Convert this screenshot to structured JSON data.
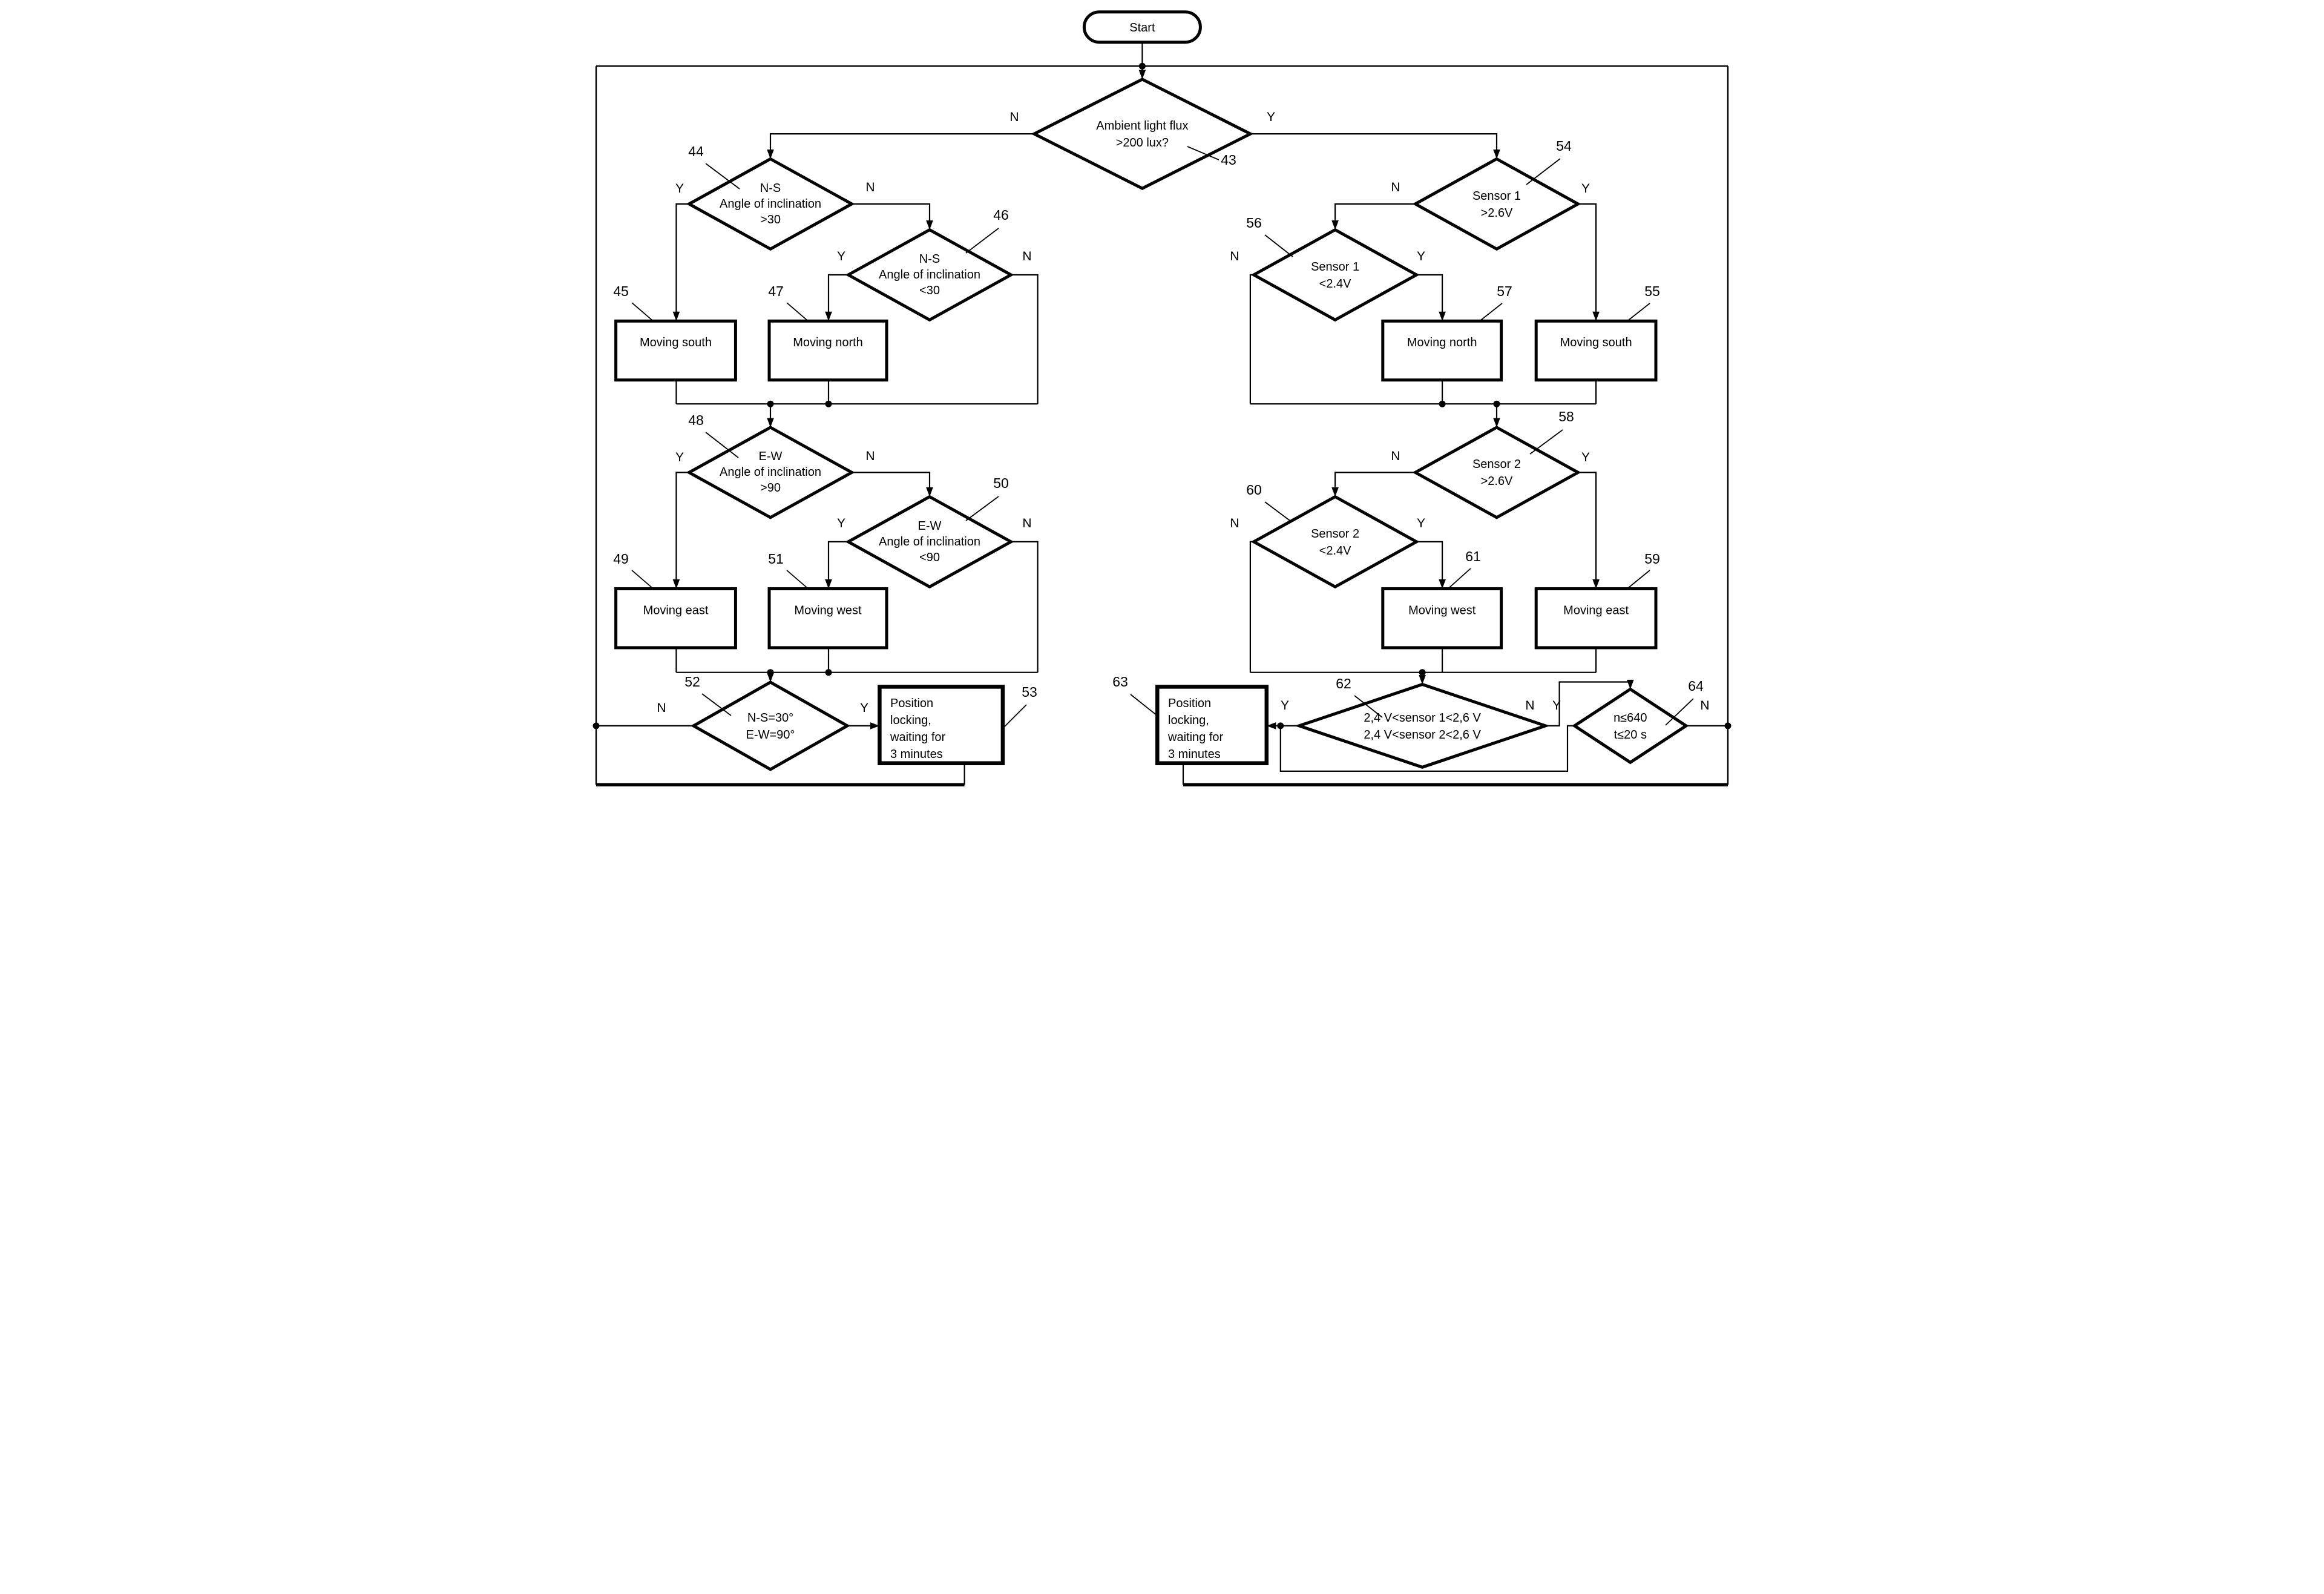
{
  "labels": {
    "yes": "Y",
    "no": "N"
  },
  "start": {
    "label": "Start"
  },
  "decisions": {
    "d43": {
      "ref": "43",
      "l0": "Ambient light flux",
      "l1": ">200 lux?"
    },
    "d44": {
      "ref": "44",
      "l0": "N-S",
      "l1": "Angle of inclination",
      "l2": ">30"
    },
    "d46": {
      "ref": "46",
      "l0": "N-S",
      "l1": "Angle of inclination",
      "l2": "<30"
    },
    "d48": {
      "ref": "48",
      "l0": "E-W",
      "l1": "Angle of inclination",
      "l2": ">90"
    },
    "d50": {
      "ref": "50",
      "l0": "E-W",
      "l1": "Angle of inclination",
      "l2": "<90"
    },
    "d52": {
      "ref": "52",
      "l0": "N-S=30°",
      "l1": "E-W=90°"
    },
    "d54": {
      "ref": "54",
      "l0": "Sensor 1",
      "l1": ">2.6V"
    },
    "d56": {
      "ref": "56",
      "l0": "Sensor 1",
      "l1": "<2.4V"
    },
    "d58": {
      "ref": "58",
      "l0": "Sensor 2",
      "l1": ">2.6V"
    },
    "d60": {
      "ref": "60",
      "l0": "Sensor 2",
      "l1": "<2.4V"
    },
    "d62": {
      "ref": "62",
      "l0": "2,4 V<sensor 1<2,6 V",
      "l1": "2,4 V<sensor 2<2,6 V"
    },
    "d64": {
      "ref": "64",
      "l0": "n≤640",
      "l1": "t≤20 s"
    }
  },
  "processes": {
    "p45": {
      "ref": "45",
      "label": "Moving south"
    },
    "p47": {
      "ref": "47",
      "label": "Moving north"
    },
    "p49": {
      "ref": "49",
      "label": "Moving east"
    },
    "p51": {
      "ref": "51",
      "label": "Moving west"
    },
    "p55": {
      "ref": "55",
      "label": "Moving south"
    },
    "p57": {
      "ref": "57",
      "label": "Moving north"
    },
    "p59": {
      "ref": "59",
      "label": "Moving east"
    },
    "p61": {
      "ref": "61",
      "label": "Moving west"
    },
    "p53": {
      "ref": "53",
      "l0": "Position",
      "l1": "locking,",
      "l2": "waiting for",
      "l3": "3 minutes"
    },
    "p63": {
      "ref": "63",
      "l0": "Position",
      "l1": "locking,",
      "l2": "waiting for",
      "l3": "3 minutes"
    }
  }
}
